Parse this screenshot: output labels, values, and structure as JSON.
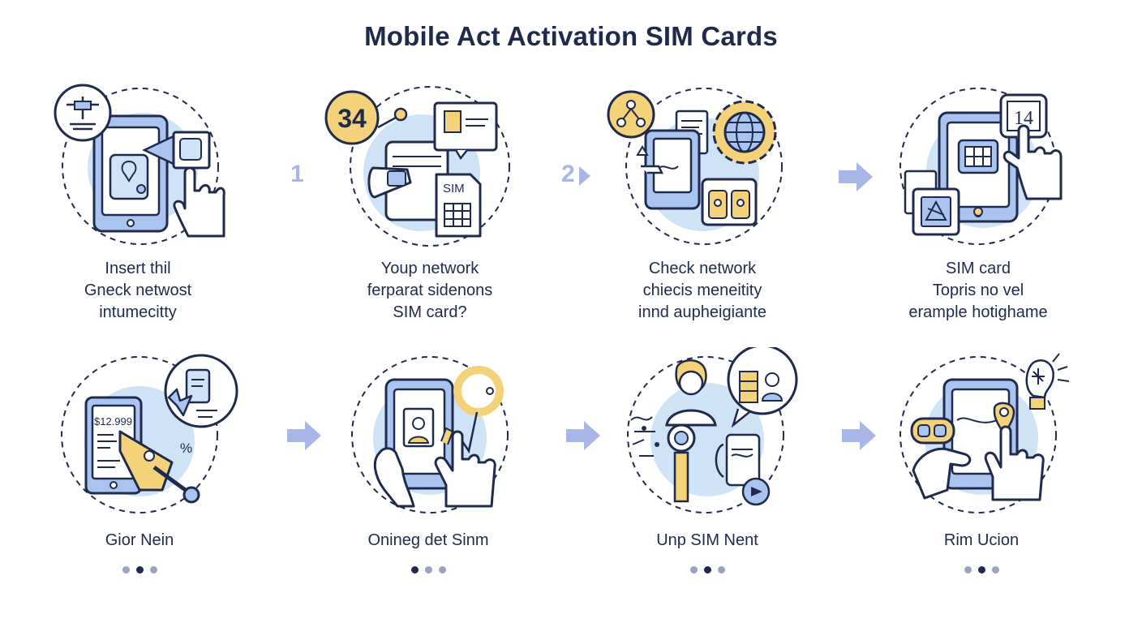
{
  "title": "Mobile Act Activation SIM Cards",
  "icon_colors": {
    "ink": "#1f2a4d",
    "blue": "#a9c4ef",
    "circle_fill": "#cfe3f6",
    "accent": "#f4d27a"
  },
  "connectors": [
    "1",
    "2"
  ],
  "steps": [
    {
      "lines": [
        "Insert thil",
        "Gneck netwost",
        "intumecitty"
      ],
      "icon": "phone-hand-sim-icon"
    },
    {
      "lines": [
        "Youp network",
        "ferparat sidenons",
        "SIM card?"
      ],
      "badge": "34",
      "sim_label": "SIM",
      "icon": "sim-card-chip-icon"
    },
    {
      "lines": [
        "Check network",
        "chiecis meneitity",
        "innd aupheigiante"
      ],
      "icon": "network-gear-globe-icon"
    },
    {
      "lines": [
        "SIM card",
        "Topris no vel",
        "erample hotighame"
      ],
      "badge": "14",
      "icon": "tablet-sim-chip-icon"
    },
    {
      "lines": [
        "Gior Nein"
      ],
      "price": "$12.999",
      "percent": "%",
      "icon": "phone-price-tag-icon",
      "dots_active": 1
    },
    {
      "lines": [
        "Onineg det Sinm"
      ],
      "icon": "phone-profile-hand-icon",
      "dots_active": 0
    },
    {
      "lines": [
        "Unp SIM Nent"
      ],
      "icon": "person-chat-microphone-icon",
      "dots_active": 1
    },
    {
      "lines": [
        "Rim Ucion"
      ],
      "icon": "tablet-location-bulb-icon",
      "dots_active": 1
    }
  ]
}
